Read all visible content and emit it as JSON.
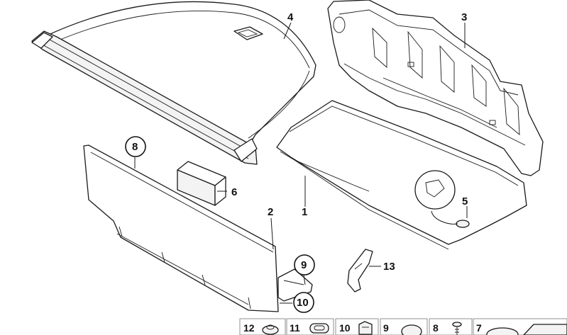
{
  "callouts": {
    "c1": "1",
    "c2": "2",
    "c3": "3",
    "c4": "4",
    "c5": "5",
    "c6": "6",
    "c8": "8",
    "c9": "9",
    "c10": "10",
    "c13": "13"
  },
  "legend": [
    {
      "label": "12",
      "icon": "rivet-icon"
    },
    {
      "label": "11",
      "icon": "grommet-icon"
    },
    {
      "label": "10",
      "icon": "clip-icon"
    },
    {
      "label": "9",
      "icon": "button-cap-icon"
    },
    {
      "label": "8",
      "icon": "screw-icon"
    },
    {
      "label": "7",
      "icon": "washer-icon"
    }
  ]
}
